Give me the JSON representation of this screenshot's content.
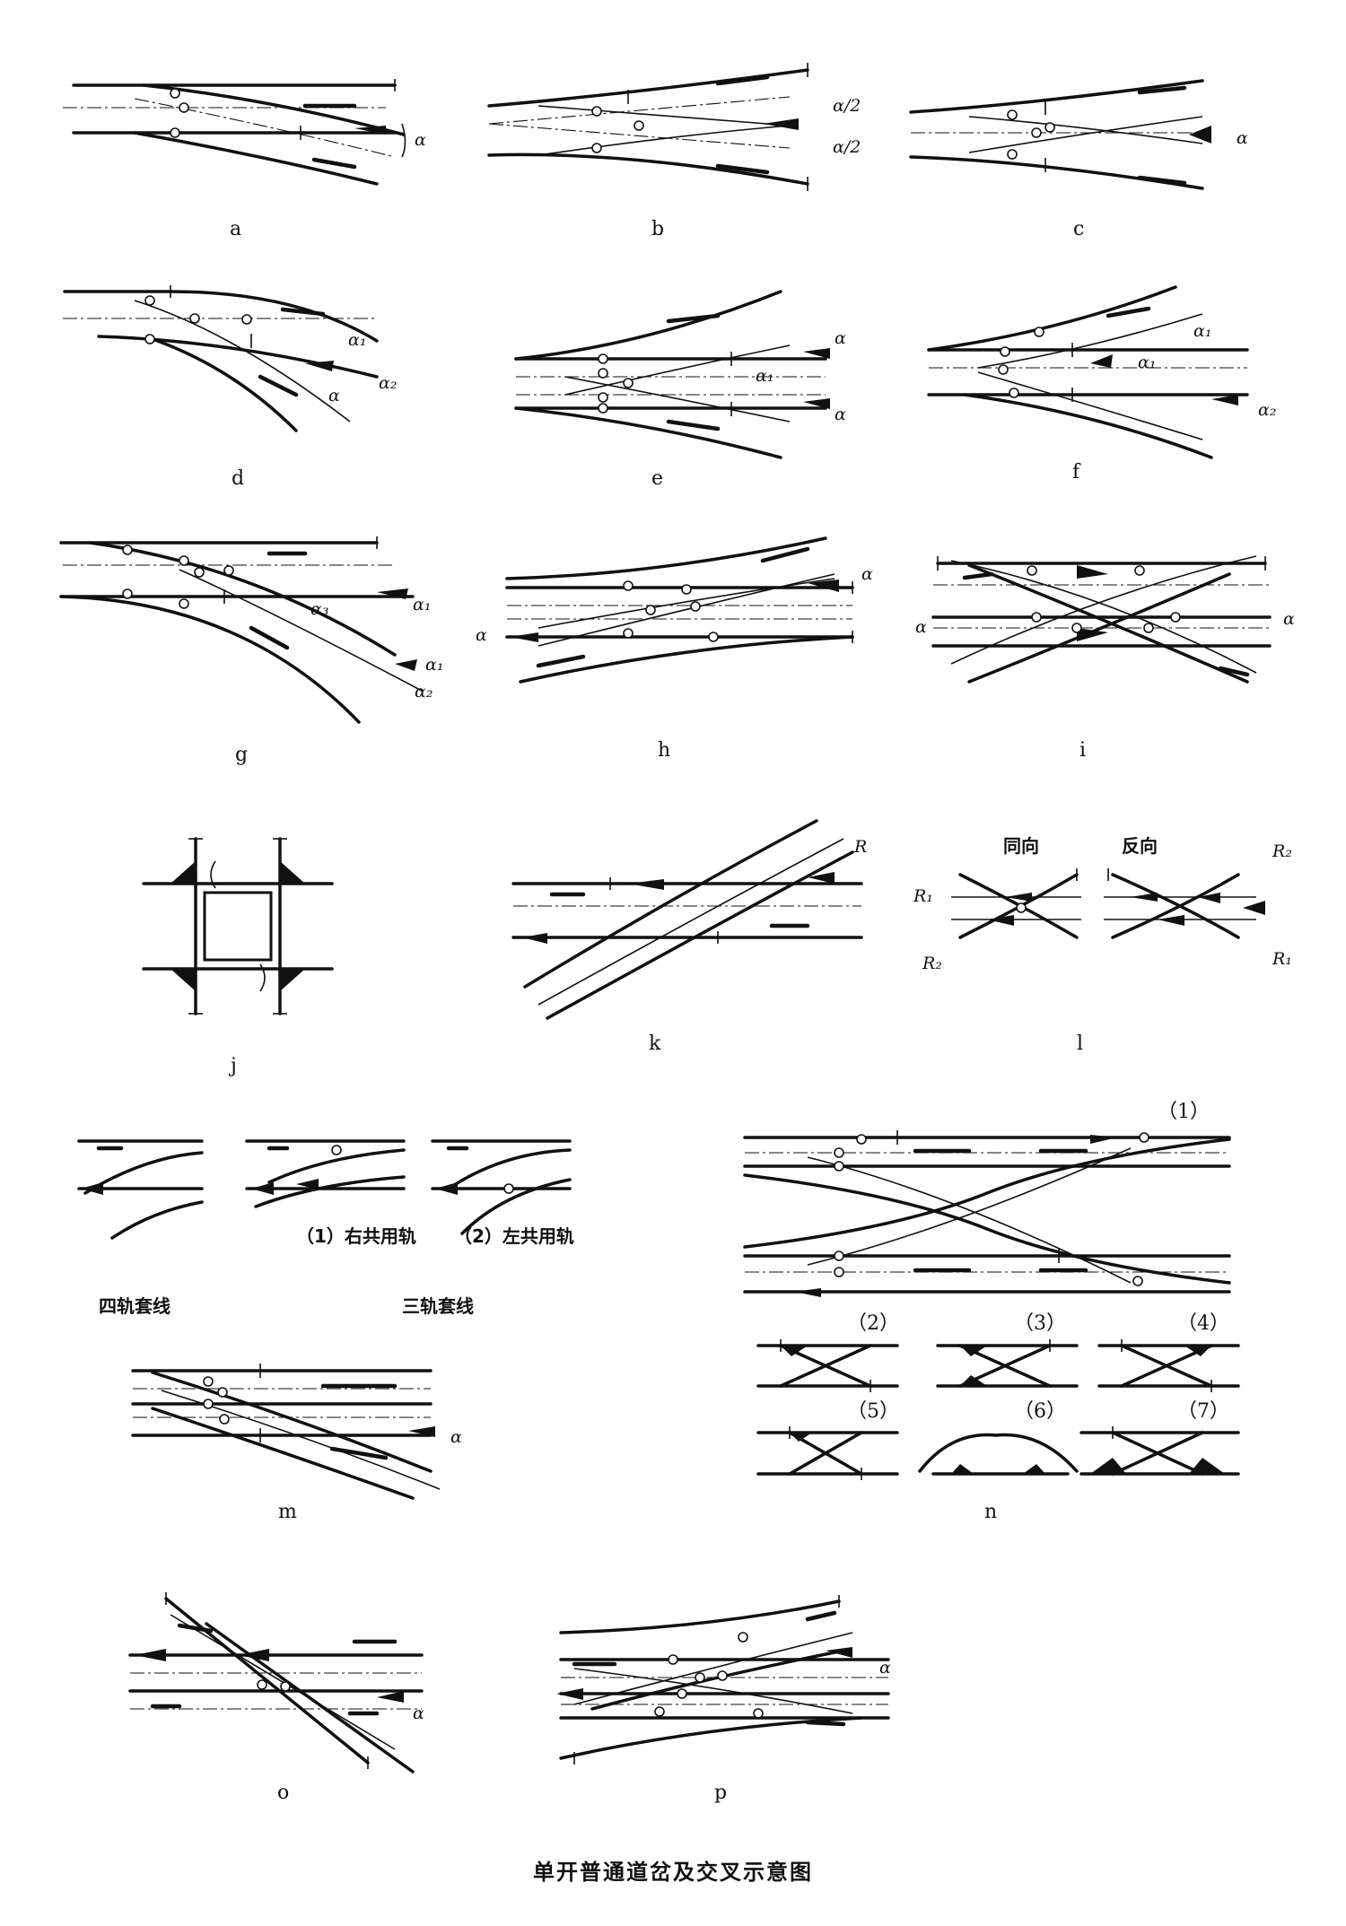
{
  "panels": {
    "a": "a",
    "b": "b",
    "c": "c",
    "d": "d",
    "e": "e",
    "f": "f",
    "g": "g",
    "h": "h",
    "i": "i",
    "j": "j",
    "k": "k",
    "l": "l",
    "m": "m",
    "n": "n",
    "o": "o",
    "p": "p"
  },
  "angles": {
    "alpha": "α",
    "alpha_half": "α/2",
    "alpha1": "α₁",
    "alpha2": "α₂",
    "alpha3": "α₃",
    "R": "R",
    "R1": "R₁",
    "R2": "R₂"
  },
  "labels_l": {
    "same": "同向",
    "reverse": "反向"
  },
  "labels_left_group": {
    "right_common": "（1）右共用轨",
    "left_common": "（2）左共用轨",
    "four_rail": "四轨套线",
    "three_rail": "三轨套线"
  },
  "labels_n": [
    "（1）",
    "（2）",
    "（3）",
    "（4）",
    "（5）",
    "（6）",
    "（7）"
  ],
  "caption": "单开普通道岔及交叉示意图"
}
